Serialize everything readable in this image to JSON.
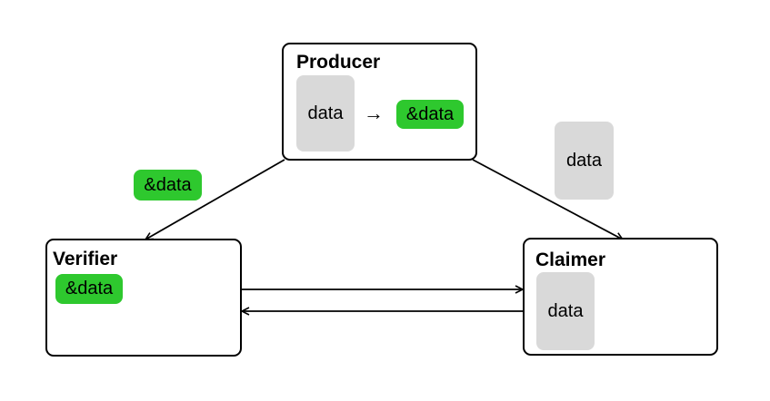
{
  "colors": {
    "reference": "#2ec82e",
    "owned": "#d9d9d9",
    "stroke": "#000000"
  },
  "producer": {
    "title": "Producer",
    "owned_label": "data",
    "transform_arrow": "→",
    "reference_label": "&data"
  },
  "verifier": {
    "title": "Verifier",
    "reference_label": "&data"
  },
  "claimer": {
    "title": "Claimer",
    "owned_label": "data"
  },
  "edges": {
    "producer_to_verifier_label": "&data",
    "producer_to_claimer_label": "data"
  }
}
